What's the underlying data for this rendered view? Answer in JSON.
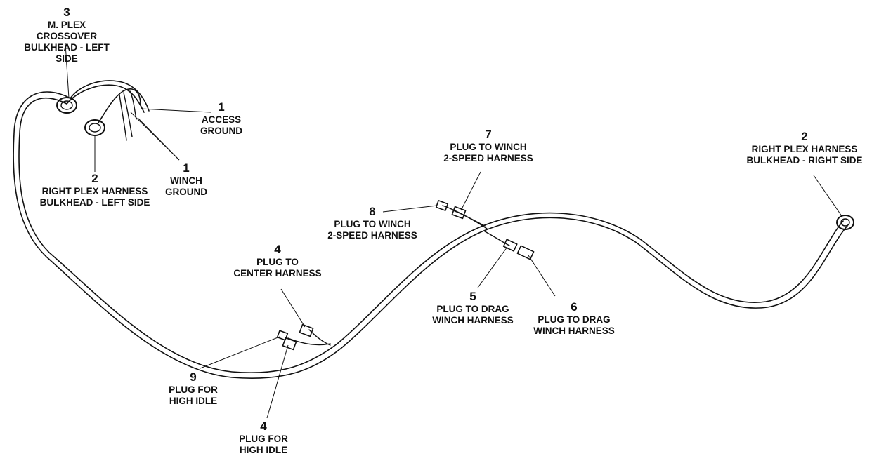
{
  "colors": {
    "ink": "#111111",
    "background": "#ffffff"
  },
  "callouts": [
    {
      "id": "c3",
      "number": "3",
      "lines": [
        "M. PLEX CROSSOVER",
        "BULKHEAD - LEFT SIDE"
      ]
    },
    {
      "id": "c1a",
      "number": "1",
      "lines": [
        "ACCESS",
        "GROUND"
      ]
    },
    {
      "id": "c1b",
      "number": "1",
      "lines": [
        "WINCH",
        "GROUND"
      ]
    },
    {
      "id": "c2l",
      "number": "2",
      "lines": [
        "RIGHT PLEX HARNESS",
        "BULKHEAD - LEFT SIDE"
      ]
    },
    {
      "id": "c7",
      "number": "7",
      "lines": [
        "PLUG TO WINCH",
        "2-SPEED HARNESS"
      ]
    },
    {
      "id": "c8",
      "number": "8",
      "lines": [
        "PLUG TO WINCH",
        "2-SPEED HARNESS"
      ]
    },
    {
      "id": "c2r",
      "number": "2",
      "lines": [
        "RIGHT PLEX HARNESS",
        "BULKHEAD - RIGHT SIDE"
      ]
    },
    {
      "id": "c4c",
      "number": "4",
      "lines": [
        "PLUG TO",
        "CENTER HARNESS"
      ]
    },
    {
      "id": "c5",
      "number": "5",
      "lines": [
        "PLUG TO DRAG",
        "WINCH HARNESS"
      ]
    },
    {
      "id": "c6",
      "number": "6",
      "lines": [
        "PLUG TO DRAG",
        "WINCH HARNESS"
      ]
    },
    {
      "id": "c9",
      "number": "9",
      "lines": [
        "PLUG FOR",
        "HIGH IDLE"
      ]
    },
    {
      "id": "c4h",
      "number": "4",
      "lines": [
        "PLUG FOR",
        "HIGH IDLE"
      ]
    }
  ]
}
